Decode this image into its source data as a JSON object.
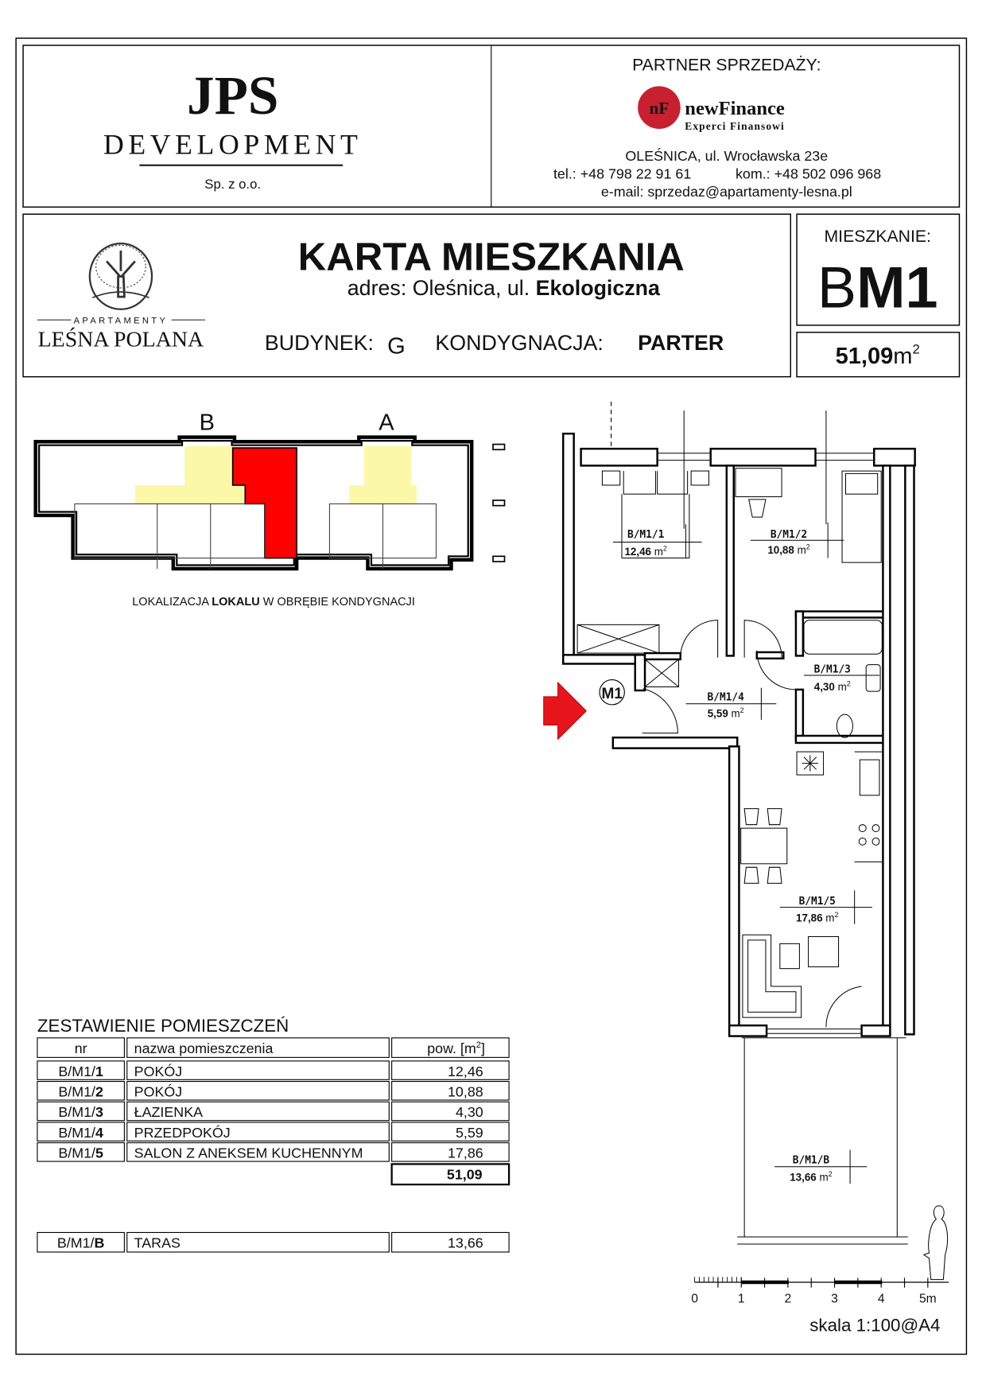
{
  "header": {
    "developer": {
      "logo_main": "JPS",
      "logo_sub": "DEVELOPMENT",
      "company_form": "Sp. z o.o."
    },
    "partner": {
      "label": "PARTNER SPRZEDAŻY:",
      "logo_badge": "nF",
      "logo_name": "newFinance",
      "logo_tagline": "Experci Finansowi",
      "address": "OLEŚNICA, ul. Wrocławska 23e",
      "phone": "tel.: +48 798 22 91 61",
      "mobile": "kom.: +48 502 096 968",
      "email": "e-mail: sprzedaz@apartamenty-lesna.pl"
    }
  },
  "project": {
    "logo_top": "APARTAMENTY",
    "logo_name": "LEŚNA POLANA"
  },
  "card": {
    "title": "KARTA MIESZKANIA",
    "address_prefix": "adres: Oleśnica, ul.",
    "address_street": "Ekologiczna",
    "building_label": "BUDYNEK:",
    "building_value": "G",
    "floor_label": "KONDYGNACJA:",
    "floor_value": "PARTER"
  },
  "apartment": {
    "label": "MIESZKANIE:",
    "code_prefix": "B",
    "code": "M1",
    "area": "51,09",
    "area_unit": "m",
    "area_unit_sup": "2"
  },
  "site_plan": {
    "stairwells": [
      "B",
      "A"
    ],
    "caption_pre": "LOKALIZACJA ",
    "caption_bold": "LOKALU",
    "caption_post": " W OBRĘBIE KONDYGNACJI",
    "colors": {
      "selected": "#ff0000",
      "stairwell": "#fbf8a8"
    }
  },
  "rooms_table": {
    "title": "ZESTAWIENIE POMIESZCZEŃ",
    "headers": {
      "nr": "nr",
      "name": "nazwa pomieszczenia",
      "area": "pow. [m",
      "area_sup": "2",
      "area_close": "]"
    },
    "rows": [
      {
        "nr_prefix": "B/M1/",
        "nr_suffix": "1",
        "name": "POKÓJ",
        "area": "12,46"
      },
      {
        "nr_prefix": "B/M1/",
        "nr_suffix": "2",
        "name": "POKÓJ",
        "area": "10,88"
      },
      {
        "nr_prefix": "B/M1/",
        "nr_suffix": "3",
        "name": "ŁAZIENKA",
        "area": "4,30"
      },
      {
        "nr_prefix": "B/M1/",
        "nr_suffix": "4",
        "name": "PRZEDPOKÓJ",
        "area": "5,59"
      },
      {
        "nr_prefix": "B/M1/",
        "nr_suffix": "5",
        "name": "SALON Z ANEKSEM KUCHENNYM",
        "area": "17,86"
      }
    ],
    "total": "51,09",
    "extra": {
      "nr_prefix": "B/M1/",
      "nr_suffix": "B",
      "name": "TARAS",
      "area": "13,66"
    }
  },
  "floor_plan": {
    "entrance_label": "M1",
    "rooms": [
      {
        "id": "B/M1/1",
        "area": "12,46",
        "unit": "m",
        "sup": "2"
      },
      {
        "id": "B/M1/2",
        "area": "10,88",
        "unit": "m",
        "sup": "2"
      },
      {
        "id": "B/M1/3",
        "area": "4,30",
        "unit": "m",
        "sup": "2"
      },
      {
        "id": "B/M1/4",
        "area": "5,59",
        "unit": "m",
        "sup": "2"
      },
      {
        "id": "B/M1/5",
        "area": "17,86",
        "unit": "m",
        "sup": "2"
      },
      {
        "id": "B/M1/B",
        "area": "13,66",
        "unit": "m",
        "sup": "2"
      }
    ],
    "entrance_arrow_color": "#e8141b"
  },
  "scale_bar": {
    "ticks": [
      "0",
      "1",
      "2",
      "3",
      "4",
      "5m"
    ],
    "label": "skala 1:100@A4"
  }
}
